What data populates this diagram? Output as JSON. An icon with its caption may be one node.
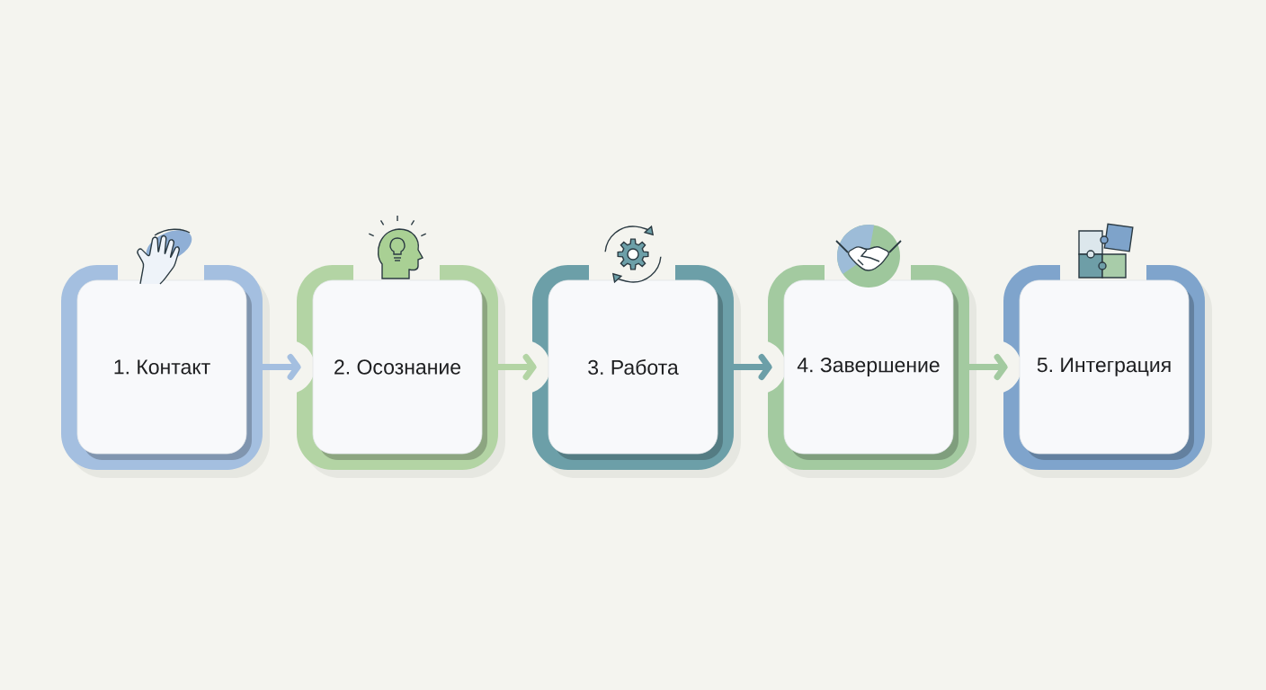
{
  "diagram": {
    "nodes": [
      {
        "text": [
          "1. Контакт"
        ]
      },
      {
        "text": [
          "2. Осознание"
        ]
      },
      {
        "text": [
          "3. Работа"
        ]
      },
      {
        "text": [
          "4. Завершение"
        ]
      },
      {
        "text": [
          "5. Интеграция"
        ]
      }
    ],
    "edges": [
      {
        "from": 0,
        "to": 1,
        "arrow": "to",
        "color": "#a4bfe0"
      },
      {
        "from": 1,
        "to": 2,
        "arrow": "to",
        "color": "#b3d4a4"
      },
      {
        "from": 2,
        "to": 3,
        "arrow": "to",
        "color": "#6c9fa8"
      },
      {
        "from": 3,
        "to": 4,
        "arrow": "to",
        "color": "#a3caa0"
      }
    ]
  }
}
